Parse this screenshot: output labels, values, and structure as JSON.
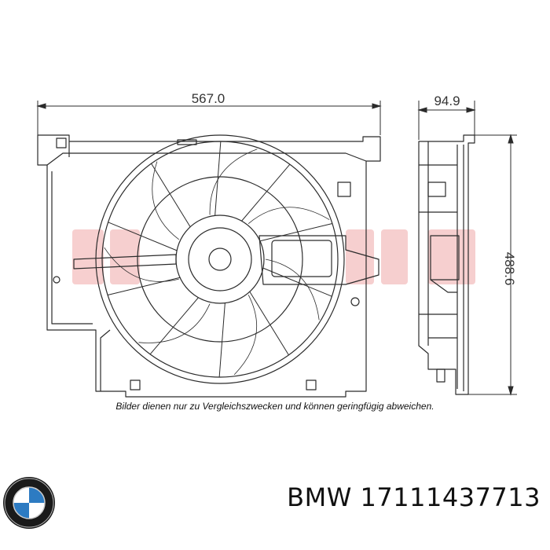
{
  "dimensions": {
    "width": "567.0",
    "depth": "94.9",
    "height": "488.6"
  },
  "disclaimer": "Bilder dienen nur zu Vergleichszwecken und können geringfügig abweichen.",
  "product": {
    "brand": "BMW",
    "part_number": "17111437713",
    "brand_logo_icon": "bmw-roundel-icon"
  },
  "colors": {
    "line": "#2b2b2b",
    "watermark": "#f0a8a8",
    "logo_blue": "#2d7bc2"
  }
}
